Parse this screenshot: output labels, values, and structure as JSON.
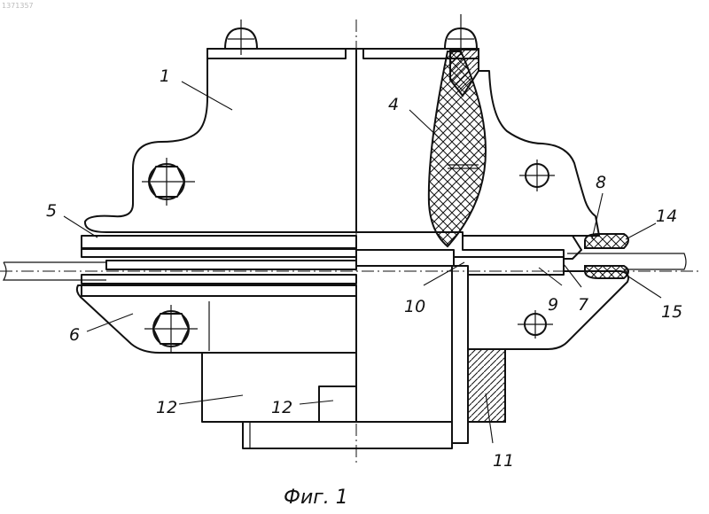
{
  "doc_id": "1371357",
  "caption": "Фиг. 1",
  "labels": {
    "l1": "1",
    "l4": "4",
    "l5": "5",
    "l6": "6",
    "l7": "7",
    "l8": "8",
    "l9": "9",
    "l10": "10",
    "l11": "11",
    "l12a": "12",
    "l12b": "12",
    "l14": "14",
    "l15": "15"
  }
}
